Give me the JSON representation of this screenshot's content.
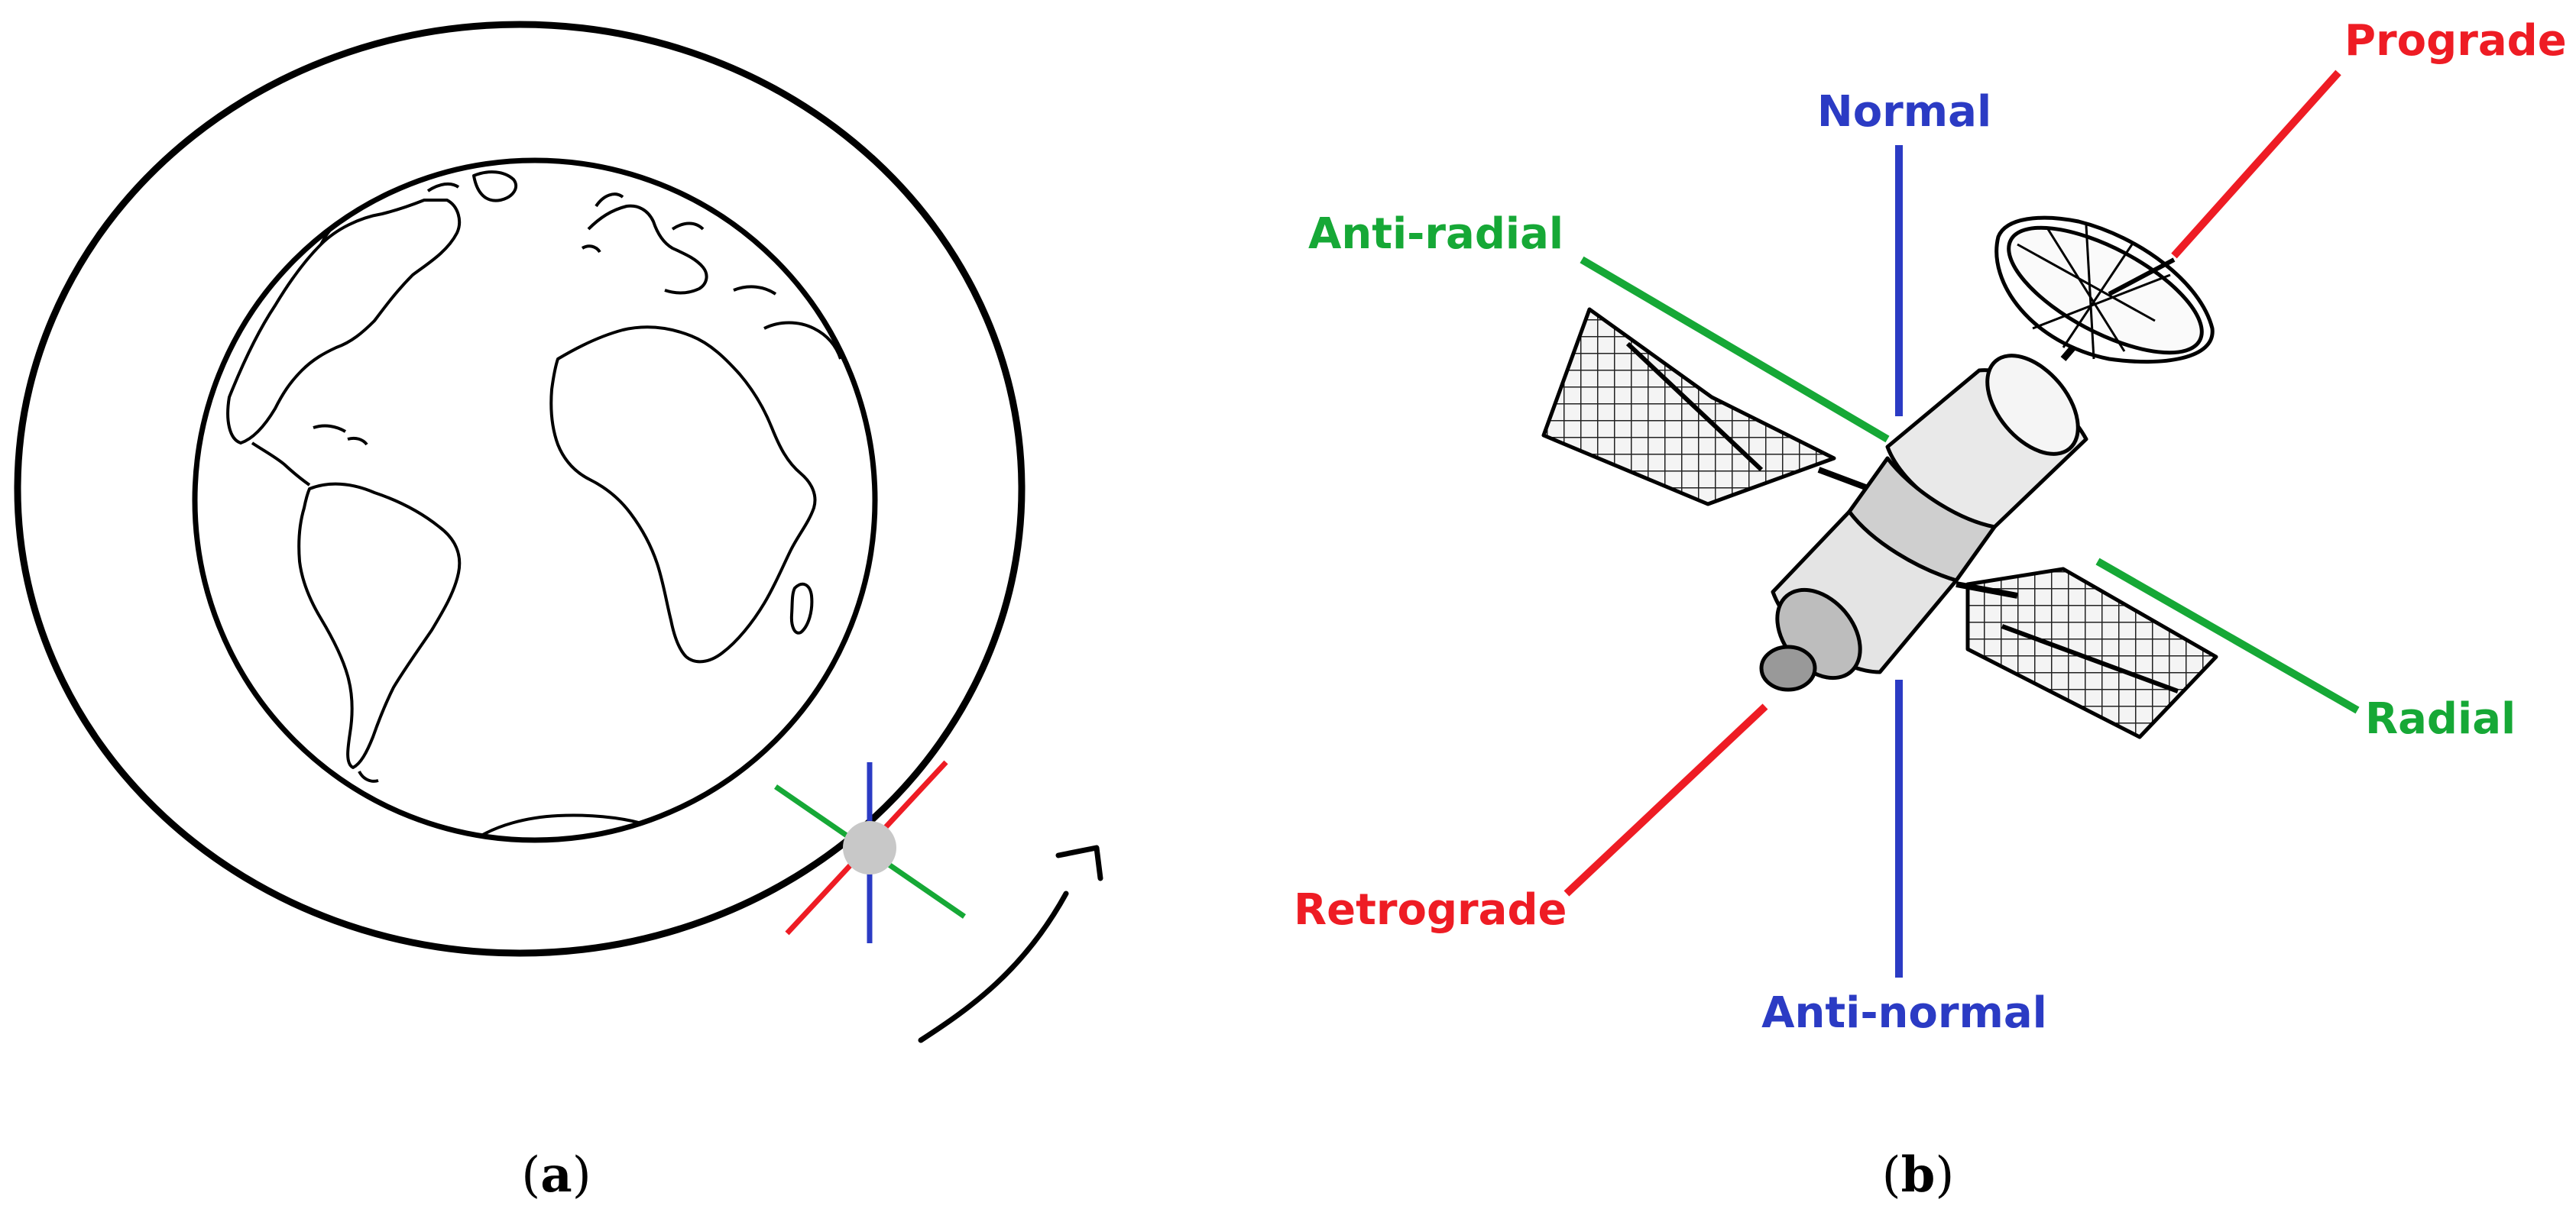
{
  "panels": {
    "a": {
      "caption_open": "(",
      "caption_letter": "a",
      "caption_close": ")"
    },
    "b": {
      "caption_open": "(",
      "caption_letter": "b",
      "caption_close": ")"
    }
  },
  "labels": {
    "prograde": "Prograde",
    "retrograde": "Retrograde",
    "normal": "Normal",
    "anti_normal": "Anti-normal",
    "radial": "Radial",
    "anti_radial": "Anti-radial"
  },
  "colors": {
    "prograde": "#ee1c24",
    "retrograde": "#ee1c24",
    "normal": "#2b3bc4",
    "anti_normal": "#2b3bc4",
    "radial": "#16a836",
    "anti_radial": "#16a836",
    "satellite_dot": "#c8c8c8",
    "outline": "#000000"
  },
  "icons": [
    "earth-globe-icon",
    "satellite-icon",
    "orbit-direction-arrow-icon"
  ]
}
